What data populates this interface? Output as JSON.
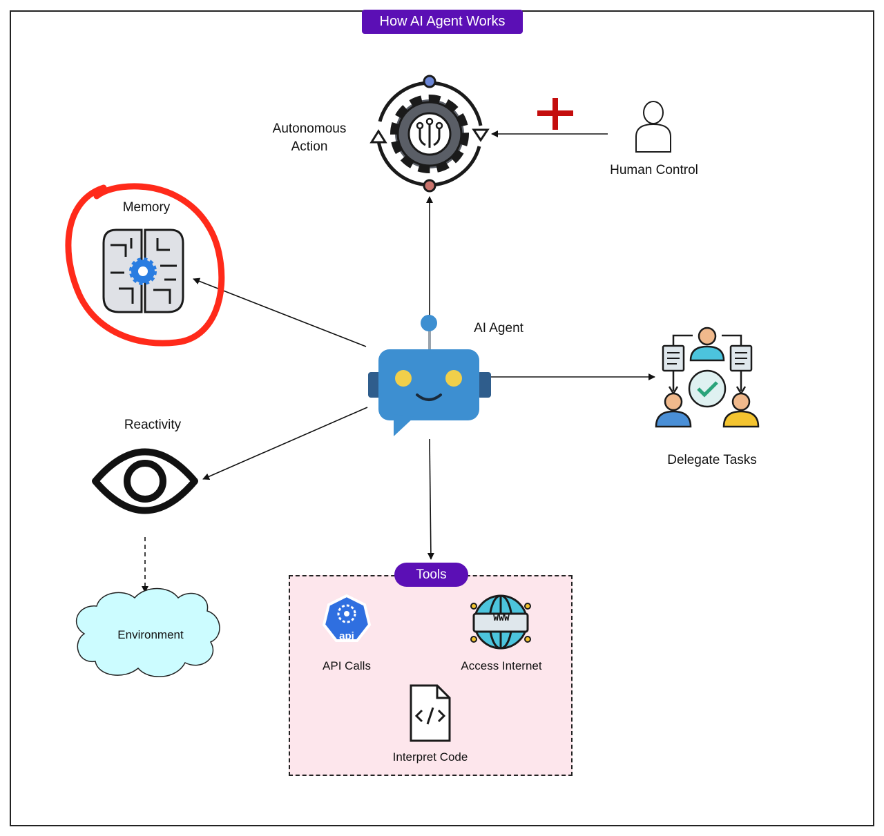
{
  "title": "How AI Agent Works",
  "agent": {
    "label": "AI Agent",
    "icon": "robot-chat-icon"
  },
  "autonomous": {
    "label": "Autonomous\nAction",
    "icon": "gear-cycle-icon"
  },
  "human": {
    "label": "Human Control",
    "icon": "person-icon",
    "marker": "plus-icon"
  },
  "memory": {
    "label": "Memory",
    "icon": "brain-gear-icon"
  },
  "reactivity": {
    "label": "Reactivity",
    "icon": "eye-icon"
  },
  "environment": {
    "label": "Environment",
    "icon": "cloud-shape"
  },
  "delegate": {
    "label": "Delegate Tasks",
    "icon": "team-delegate-icon"
  },
  "tools": {
    "label": "Tools",
    "items": [
      {
        "label": "API Calls",
        "icon": "api-icon"
      },
      {
        "label": "Access Internet",
        "icon": "globe-www-icon"
      },
      {
        "label": "Interpret Code",
        "icon": "code-file-icon"
      }
    ]
  },
  "colors": {
    "badge": "#5b0fb5",
    "tools_bg": "#fde6ec",
    "robot": "#3d8fd1",
    "highlight": "#ff2a1a",
    "plus": "#c40d0d",
    "cloud": "#ccfcff"
  }
}
